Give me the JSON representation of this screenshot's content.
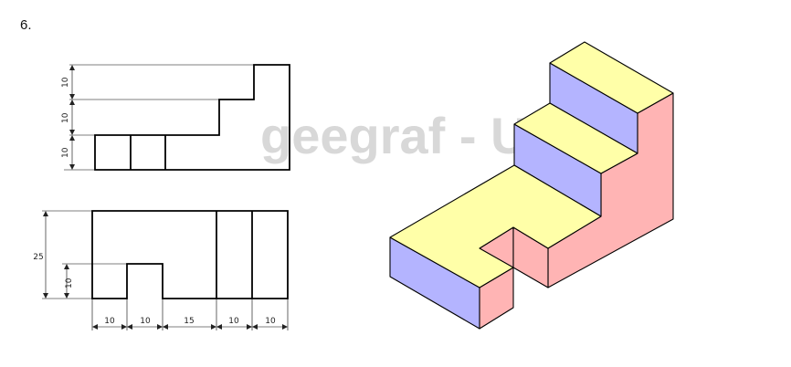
{
  "exercise": {
    "number": "6."
  },
  "watermark": {
    "text": "geegraf - UFPR"
  },
  "colors": {
    "top_face": "#ffffa8",
    "front_face": "#b4b4ff",
    "side_face": "#ffb4b4",
    "lines": "#000000"
  },
  "front_view": {
    "dims": {
      "step1": "10",
      "step2": "10",
      "step3": "10"
    }
  },
  "top_view": {
    "dims": {
      "depth": "25",
      "slot_depth": "10",
      "w1": "10",
      "w2": "10",
      "w3": "15",
      "w4": "10",
      "w5": "10"
    }
  }
}
